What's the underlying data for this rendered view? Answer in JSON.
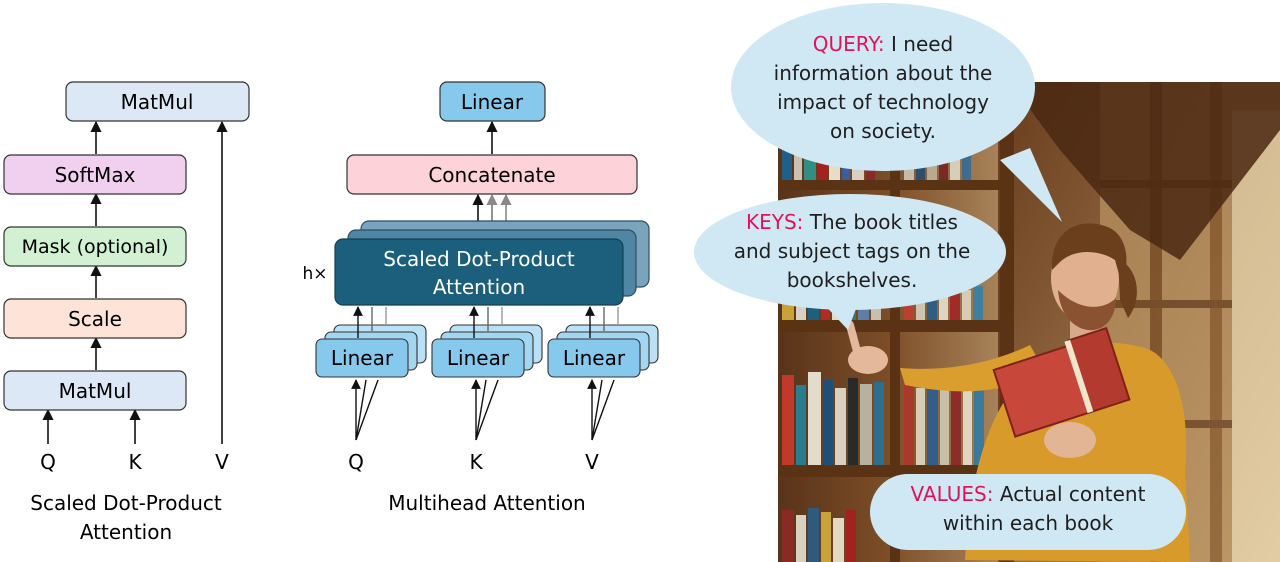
{
  "scaled_dot_product": {
    "caption_line1": "Scaled Dot-Product",
    "caption_line2": "Attention",
    "boxes": {
      "matmul_top": "MatMul",
      "softmax": "SoftMax",
      "mask": "Mask (optional)",
      "scale": "Scale",
      "matmul_bottom": "MatMul"
    },
    "inputs": {
      "q": "Q",
      "k": "K",
      "v": "V"
    }
  },
  "multihead": {
    "caption": "Multihead Attention",
    "boxes": {
      "linear_top": "Linear",
      "concatenate": "Concatenate",
      "attention_line1": "Scaled Dot-Product",
      "attention_line2": "Attention",
      "linear_q": "Linear",
      "linear_k": "Linear",
      "linear_v": "Linear"
    },
    "repeat_label": "h×",
    "inputs": {
      "q": "Q",
      "k": "K",
      "v": "V"
    }
  },
  "illustration": {
    "query": {
      "tag": "QUERY:",
      "text_line1": "I need",
      "text_line2": "information about the",
      "text_line3": "impact of technology",
      "text_line4": "on society."
    },
    "keys": {
      "tag": "KEYS:",
      "text_line1": "The book titles",
      "text_line2": "and subject tags on the",
      "text_line3": "bookshelves."
    },
    "values": {
      "tag": "VALUES:",
      "text_line1": "Actual content",
      "text_line2": "within each book"
    }
  },
  "colors": {
    "matmul": "#dce8f5",
    "softmax": "#f1d0ef",
    "mask": "#d2f0d2",
    "scale": "#fde3d8",
    "linear": "#86c9ec",
    "concatenate": "#fdd3d9",
    "attention": "#1b5f7d",
    "bubble": "#cfe8f4",
    "tag_accent": "#e0135a"
  }
}
